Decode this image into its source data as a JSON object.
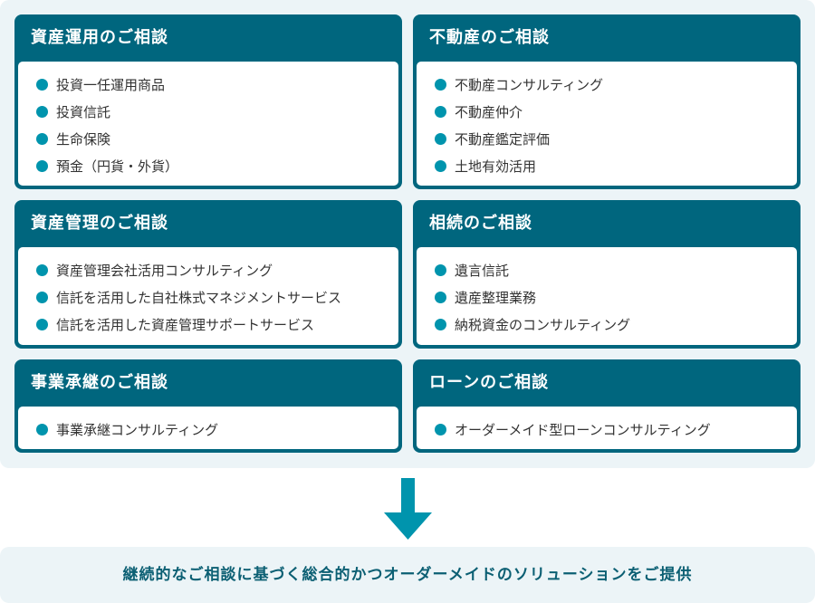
{
  "cards": [
    {
      "title": "資産運用のご相談",
      "items": [
        "投資一任運用商品",
        "投資信託",
        "生命保険",
        "預金（円貨・外貨）"
      ]
    },
    {
      "title": "不動産のご相談",
      "items": [
        "不動産コンサルティング",
        "不動産仲介",
        "不動産鑑定評価",
        "土地有効活用"
      ]
    },
    {
      "title": "資産管理のご相談",
      "items": [
        "資産管理会社活用コンサルティング",
        "信託を活用した自社株式マネジメントサービス",
        "信託を活用した資産管理サポートサービス"
      ]
    },
    {
      "title": "相続のご相談",
      "items": [
        "遺言信託",
        "遺産整理業務",
        "納税資金のコンサルティング"
      ]
    },
    {
      "title": "事業承継のご相談",
      "items": [
        "事業承継コンサルティング"
      ]
    },
    {
      "title": "ローンのご相談",
      "items": [
        "オーダーメイド型ローンコンサルティング"
      ]
    }
  ],
  "arrow_icon": "down-arrow-icon",
  "footer": "継続的なご相談に基づく総合的かつオーダーメイドのソリューションをご提供",
  "colors": {
    "card_header": "#00667e",
    "bullet": "#0094ad",
    "arrow": "#0094ad",
    "panel_bg": "#ecf4f7",
    "footer_text": "#0b5f73"
  }
}
